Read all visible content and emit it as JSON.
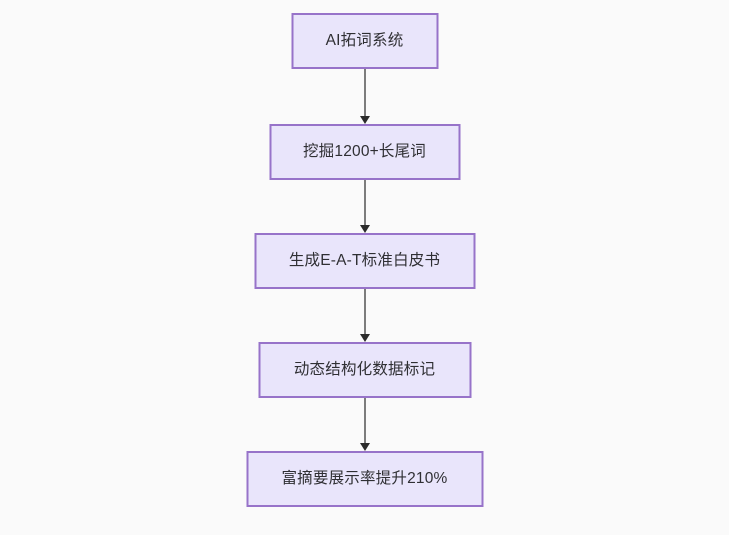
{
  "diagram": {
    "type": "flowchart",
    "direction": "top-to-bottom",
    "background_color": "#fafafa",
    "node_fill_color": "#e9e5fb",
    "node_border_color": "#9773c9",
    "node_text_color": "#2f2f33",
    "edge_line_color": "#7c7c7c",
    "edge_arrow_color": "#2b2b2b",
    "nodes": [
      {
        "id": "n1",
        "label": "AI拓词系统"
      },
      {
        "id": "n2",
        "label": "挖掘1200+长尾词"
      },
      {
        "id": "n3",
        "label": "生成E-A-T标准白皮书"
      },
      {
        "id": "n4",
        "label": "动态结构化数据标记"
      },
      {
        "id": "n5",
        "label": "富摘要展示率提升210%"
      }
    ],
    "edges": [
      {
        "from": "n1",
        "to": "n2",
        "label": ""
      },
      {
        "from": "n2",
        "to": "n3",
        "label": ""
      },
      {
        "from": "n3",
        "to": "n4",
        "label": ""
      },
      {
        "from": "n4",
        "to": "n5",
        "label": ""
      }
    ]
  }
}
